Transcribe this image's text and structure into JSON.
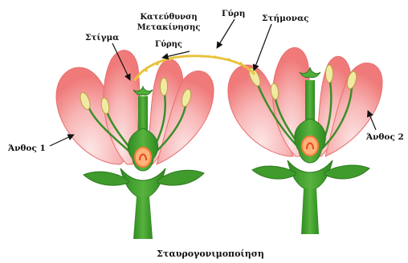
{
  "labels": {
    "pollen_top": "Γύρη",
    "direction_line1": "Κατεύθυνση",
    "direction_line2": "Μετακίνησης",
    "direction_line3": "Γύρης",
    "stigma": "Στίγμα",
    "stamen": "Στήμονας",
    "flower1": "Άνθος 1",
    "flower2": "Άνθος 2"
  },
  "caption": "Σταυρογονιμοποίηση",
  "colors": {
    "petal_fill": "#f6a6a6",
    "petal_edge": "#e25a5a",
    "green": "#3f9b2c",
    "green_dark": "#2d7a1f",
    "pollen": "#e8c23a",
    "anther": "#efe7a0",
    "ovule": "#ff7a3c"
  }
}
